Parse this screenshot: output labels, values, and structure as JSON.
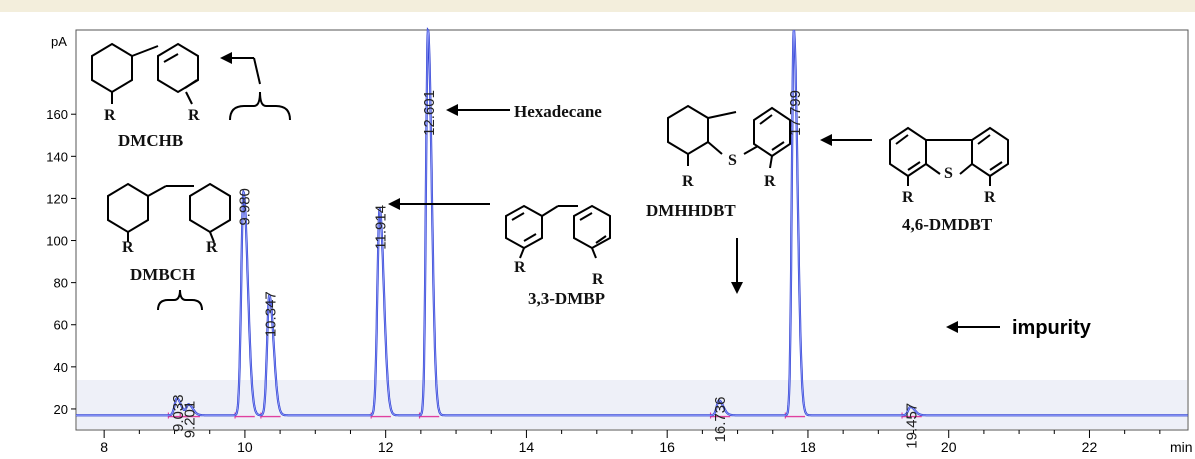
{
  "chart_data": {
    "type": "line",
    "ylabel": "pA",
    "xlabel": "min",
    "xlim": [
      7.6,
      23.4
    ],
    "ylim": [
      10,
      200
    ],
    "xticks": [
      8,
      10,
      12,
      14,
      16,
      18,
      20,
      22
    ],
    "yticks": [
      20,
      40,
      60,
      80,
      100,
      120,
      140,
      160
    ],
    "baseline": 17,
    "colors": {
      "signal": "#2f3fd0",
      "integration": "#e040a0",
      "background_band": "#eef0f8",
      "top_band": "#f3eedc"
    },
    "peaks": [
      {
        "rt": 9.033,
        "height": 25,
        "label": "9.033"
      },
      {
        "rt": 9.201,
        "height": 22,
        "label": "9.201"
      },
      {
        "rt": 9.98,
        "height": 123,
        "label": "9.980"
      },
      {
        "rt": 10.347,
        "height": 74,
        "label": "10.347"
      },
      {
        "rt": 11.914,
        "height": 115,
        "label": "11.914"
      },
      {
        "rt": 12.601,
        "height": 200,
        "label": "12.601"
      },
      {
        "rt": 16.736,
        "height": 24,
        "label": "16.736"
      },
      {
        "rt": 17.799,
        "height": 200,
        "label": "17.799"
      },
      {
        "rt": 19.457,
        "height": 21,
        "label": "19.457"
      }
    ],
    "annotations": {
      "dmchb": "DMCHB",
      "dmbch": "DMBCH",
      "dmbp": "3,3-DMBP",
      "hexadecane": "Hexadecane",
      "dmhhdbt": "DMHHDBT",
      "dmdbt": "4,6-DMDBT",
      "impurity": "impurity",
      "r": "R",
      "s": "S"
    }
  }
}
